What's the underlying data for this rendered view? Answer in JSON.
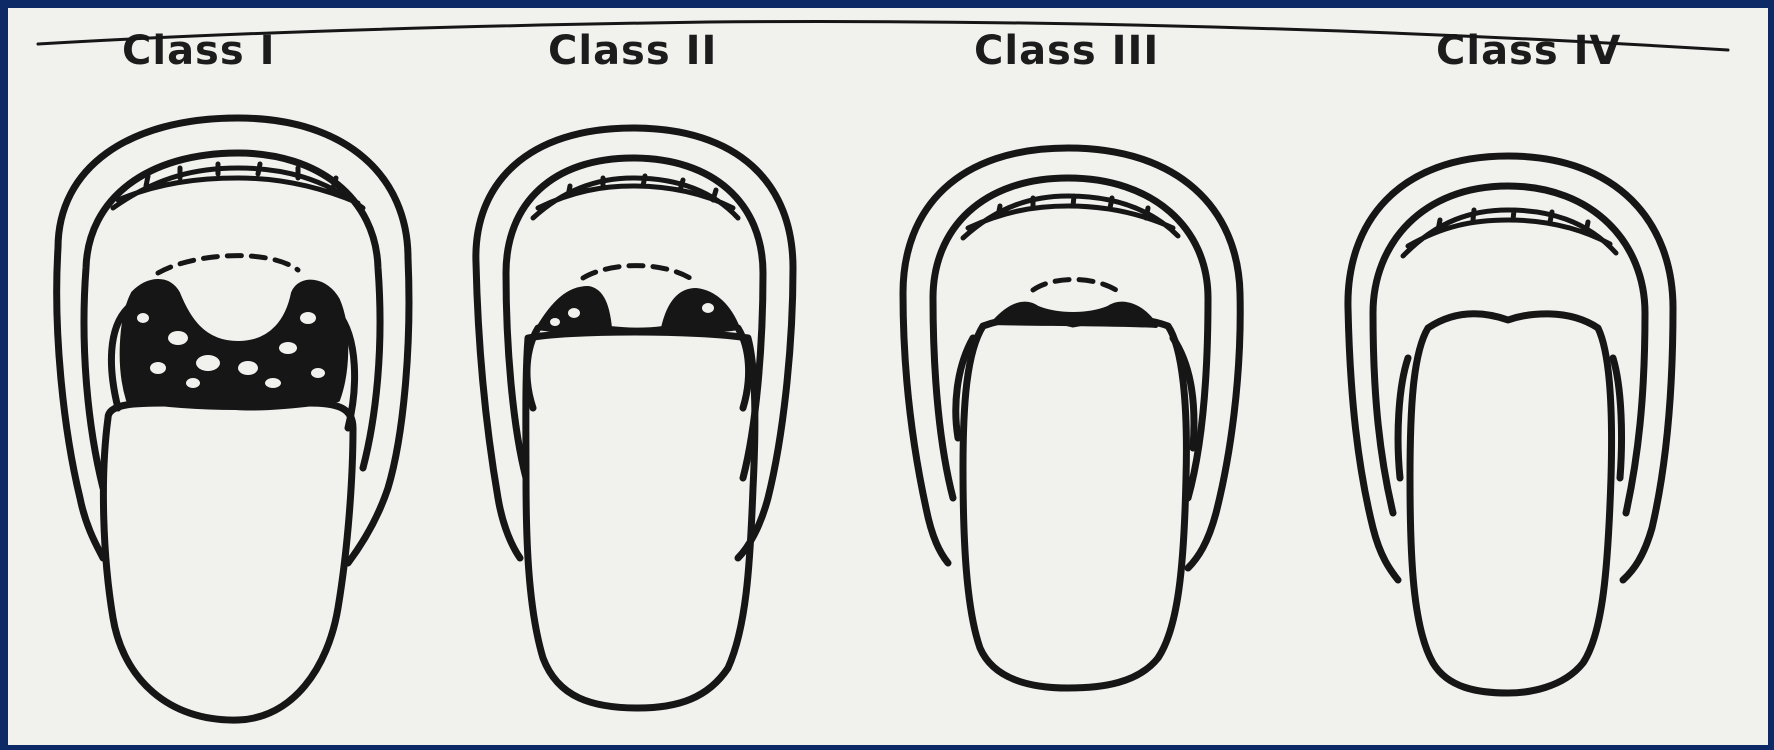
{
  "labels": [
    "Class I",
    "Class II",
    "Class III",
    "Class IV"
  ],
  "colors": {
    "border": "#0d2a66",
    "paper": "#f1f1ee",
    "ink": "#161616"
  }
}
